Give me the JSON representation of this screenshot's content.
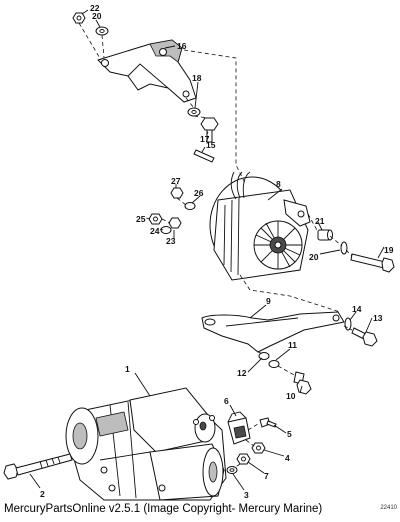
{
  "footer": {
    "text": "MercuryPartsOnline v2.5.1 (Image Copyright- Mercury Marine)"
  },
  "corner_code": "22410",
  "callouts": [
    "1",
    "2",
    "3",
    "4",
    "5",
    "6",
    "7",
    "8",
    "9",
    "10",
    "11",
    "12",
    "13",
    "14",
    "15",
    "16",
    "17",
    "18",
    "19",
    "20",
    "20",
    "21",
    "22",
    "23",
    "24",
    "25",
    "26",
    "27"
  ]
}
